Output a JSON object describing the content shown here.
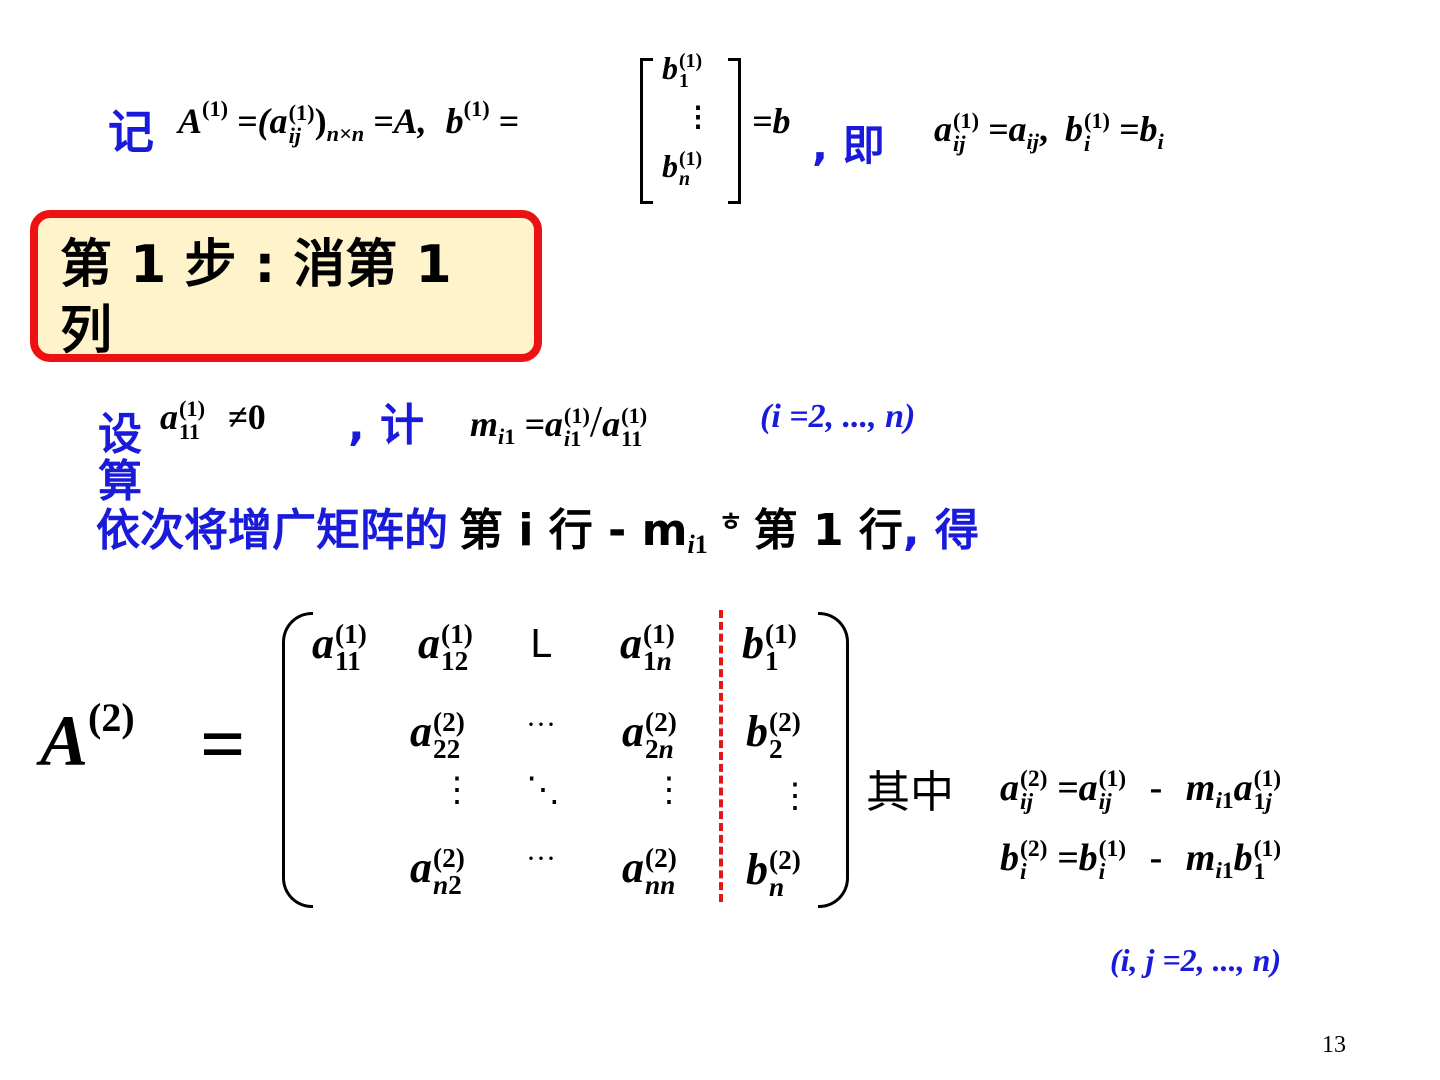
{
  "line1": {
    "ji": "记",
    "a1_lhs": "A",
    "eq_aij": "=(a",
    "nxn": "n×n",
    "eq_A": "=A,",
    "b1_lhs": "b",
    "eq_b": "=b",
    "jiyi": ", 即",
    "aij_eq": "=a",
    "comma": ",",
    "bi_eq": "=b"
  },
  "step1": {
    "text": "第 1 步 : 消第 1 列"
  },
  "line2": {
    "she": "设",
    "neq0": "≠0",
    "jisuan": ", 计算",
    "m_eq": "=a",
    "range": "(i =2, ..., n)"
  },
  "line3": {
    "blue_part": "依次将增广矩阵的",
    "black_part": "第 i 行 - m",
    "times": "ㅎ",
    "black_part2": "第 1 行",
    "de": ", 得"
  },
  "matrix": {
    "lhs": "A",
    "eq": "=",
    "L": "L",
    "cdots": "···",
    "vdots": "⋮",
    "ddots": "⋱"
  },
  "qizhong": "其中",
  "formula_a": {
    "eq": "=a",
    "minus": "-",
    "m": "m"
  },
  "formula_b": {
    "eq": "=b",
    "minus": "-",
    "m": "m"
  },
  "range2": "(i, j =2, ..., n)",
  "page_number": "13"
}
